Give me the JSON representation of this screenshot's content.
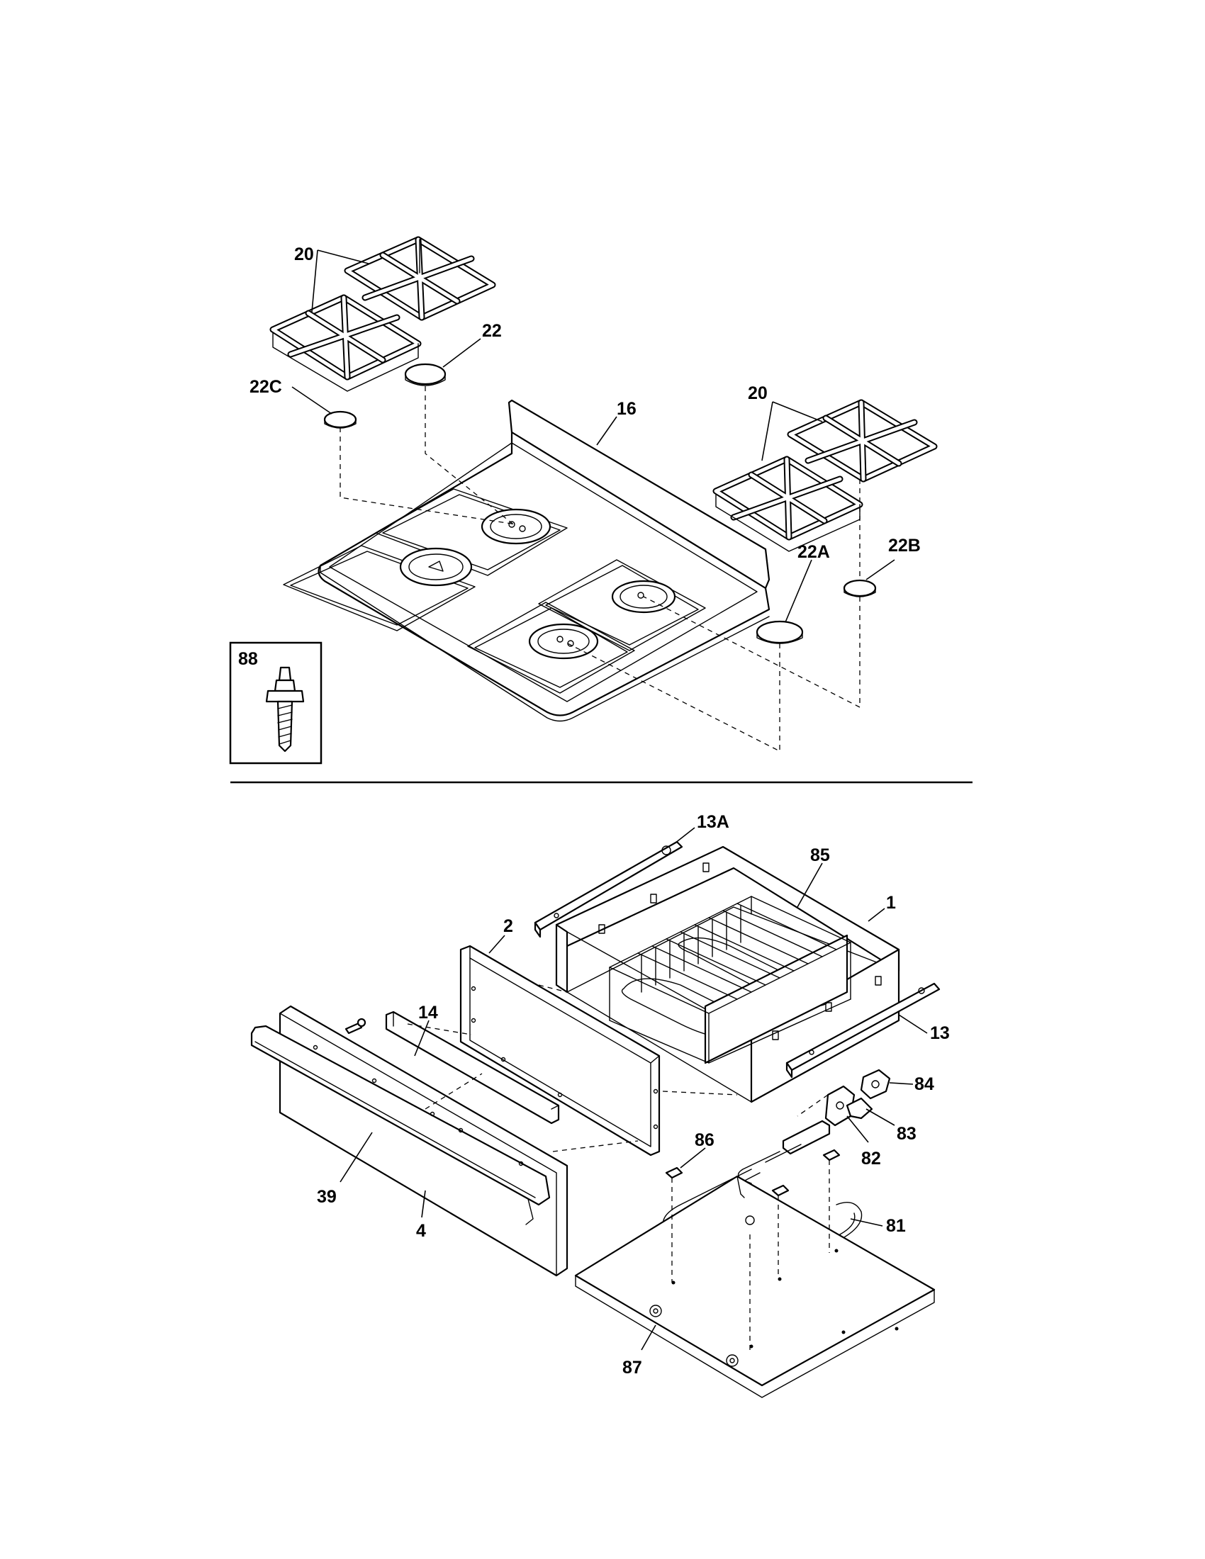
{
  "callouts": {
    "c20a": "20",
    "c22": "22",
    "c22c": "22C",
    "c16": "16",
    "c20b": "20",
    "c22a": "22A",
    "c22b": "22B",
    "c88": "88",
    "c13a": "13A",
    "c85": "85",
    "c1": "1",
    "c2": "2",
    "c14": "14",
    "c13": "13",
    "c84": "84",
    "c83": "83",
    "c82": "82",
    "c86": "86",
    "c39": "39",
    "c4": "4",
    "c81": "81",
    "c87": "87"
  }
}
